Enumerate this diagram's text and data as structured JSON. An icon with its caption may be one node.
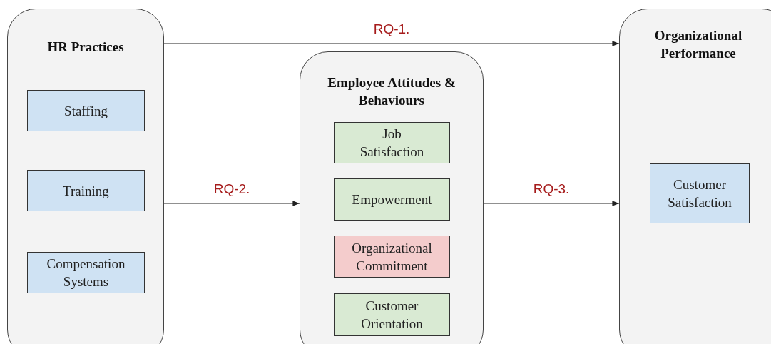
{
  "diagram": {
    "nodes": [
      {
        "text": [
          "HR Practices"
        ]
      },
      {
        "text": [
          "Staffing"
        ],
        "in": 0
      },
      {
        "text": [
          "Training"
        ],
        "in": 0
      },
      {
        "text": [
          "Compensation Systems"
        ],
        "in": 0
      },
      {
        "text": [
          "Employee Attitudes & Behaviours"
        ]
      },
      {
        "text": [
          "Job Satisfaction"
        ],
        "in": 4
      },
      {
        "text": [
          "Empowerment"
        ],
        "in": 4
      },
      {
        "text": [
          "Organizational Commitment"
        ],
        "in": 4
      },
      {
        "text": [
          "Customer Orientation"
        ],
        "in": 4
      },
      {
        "text": [
          "Organizational Performance"
        ]
      },
      {
        "text": [
          "Customer Satisfaction"
        ],
        "in": 9
      }
    ],
    "edges": [
      {
        "from": 0,
        "to": 9,
        "arrow": "to",
        "label": "RQ-1."
      },
      {
        "from": 0,
        "to": 4,
        "arrow": "to",
        "label": "RQ-2."
      },
      {
        "from": 4,
        "to": 9,
        "arrow": "to",
        "label": "RQ-3."
      }
    ]
  }
}
